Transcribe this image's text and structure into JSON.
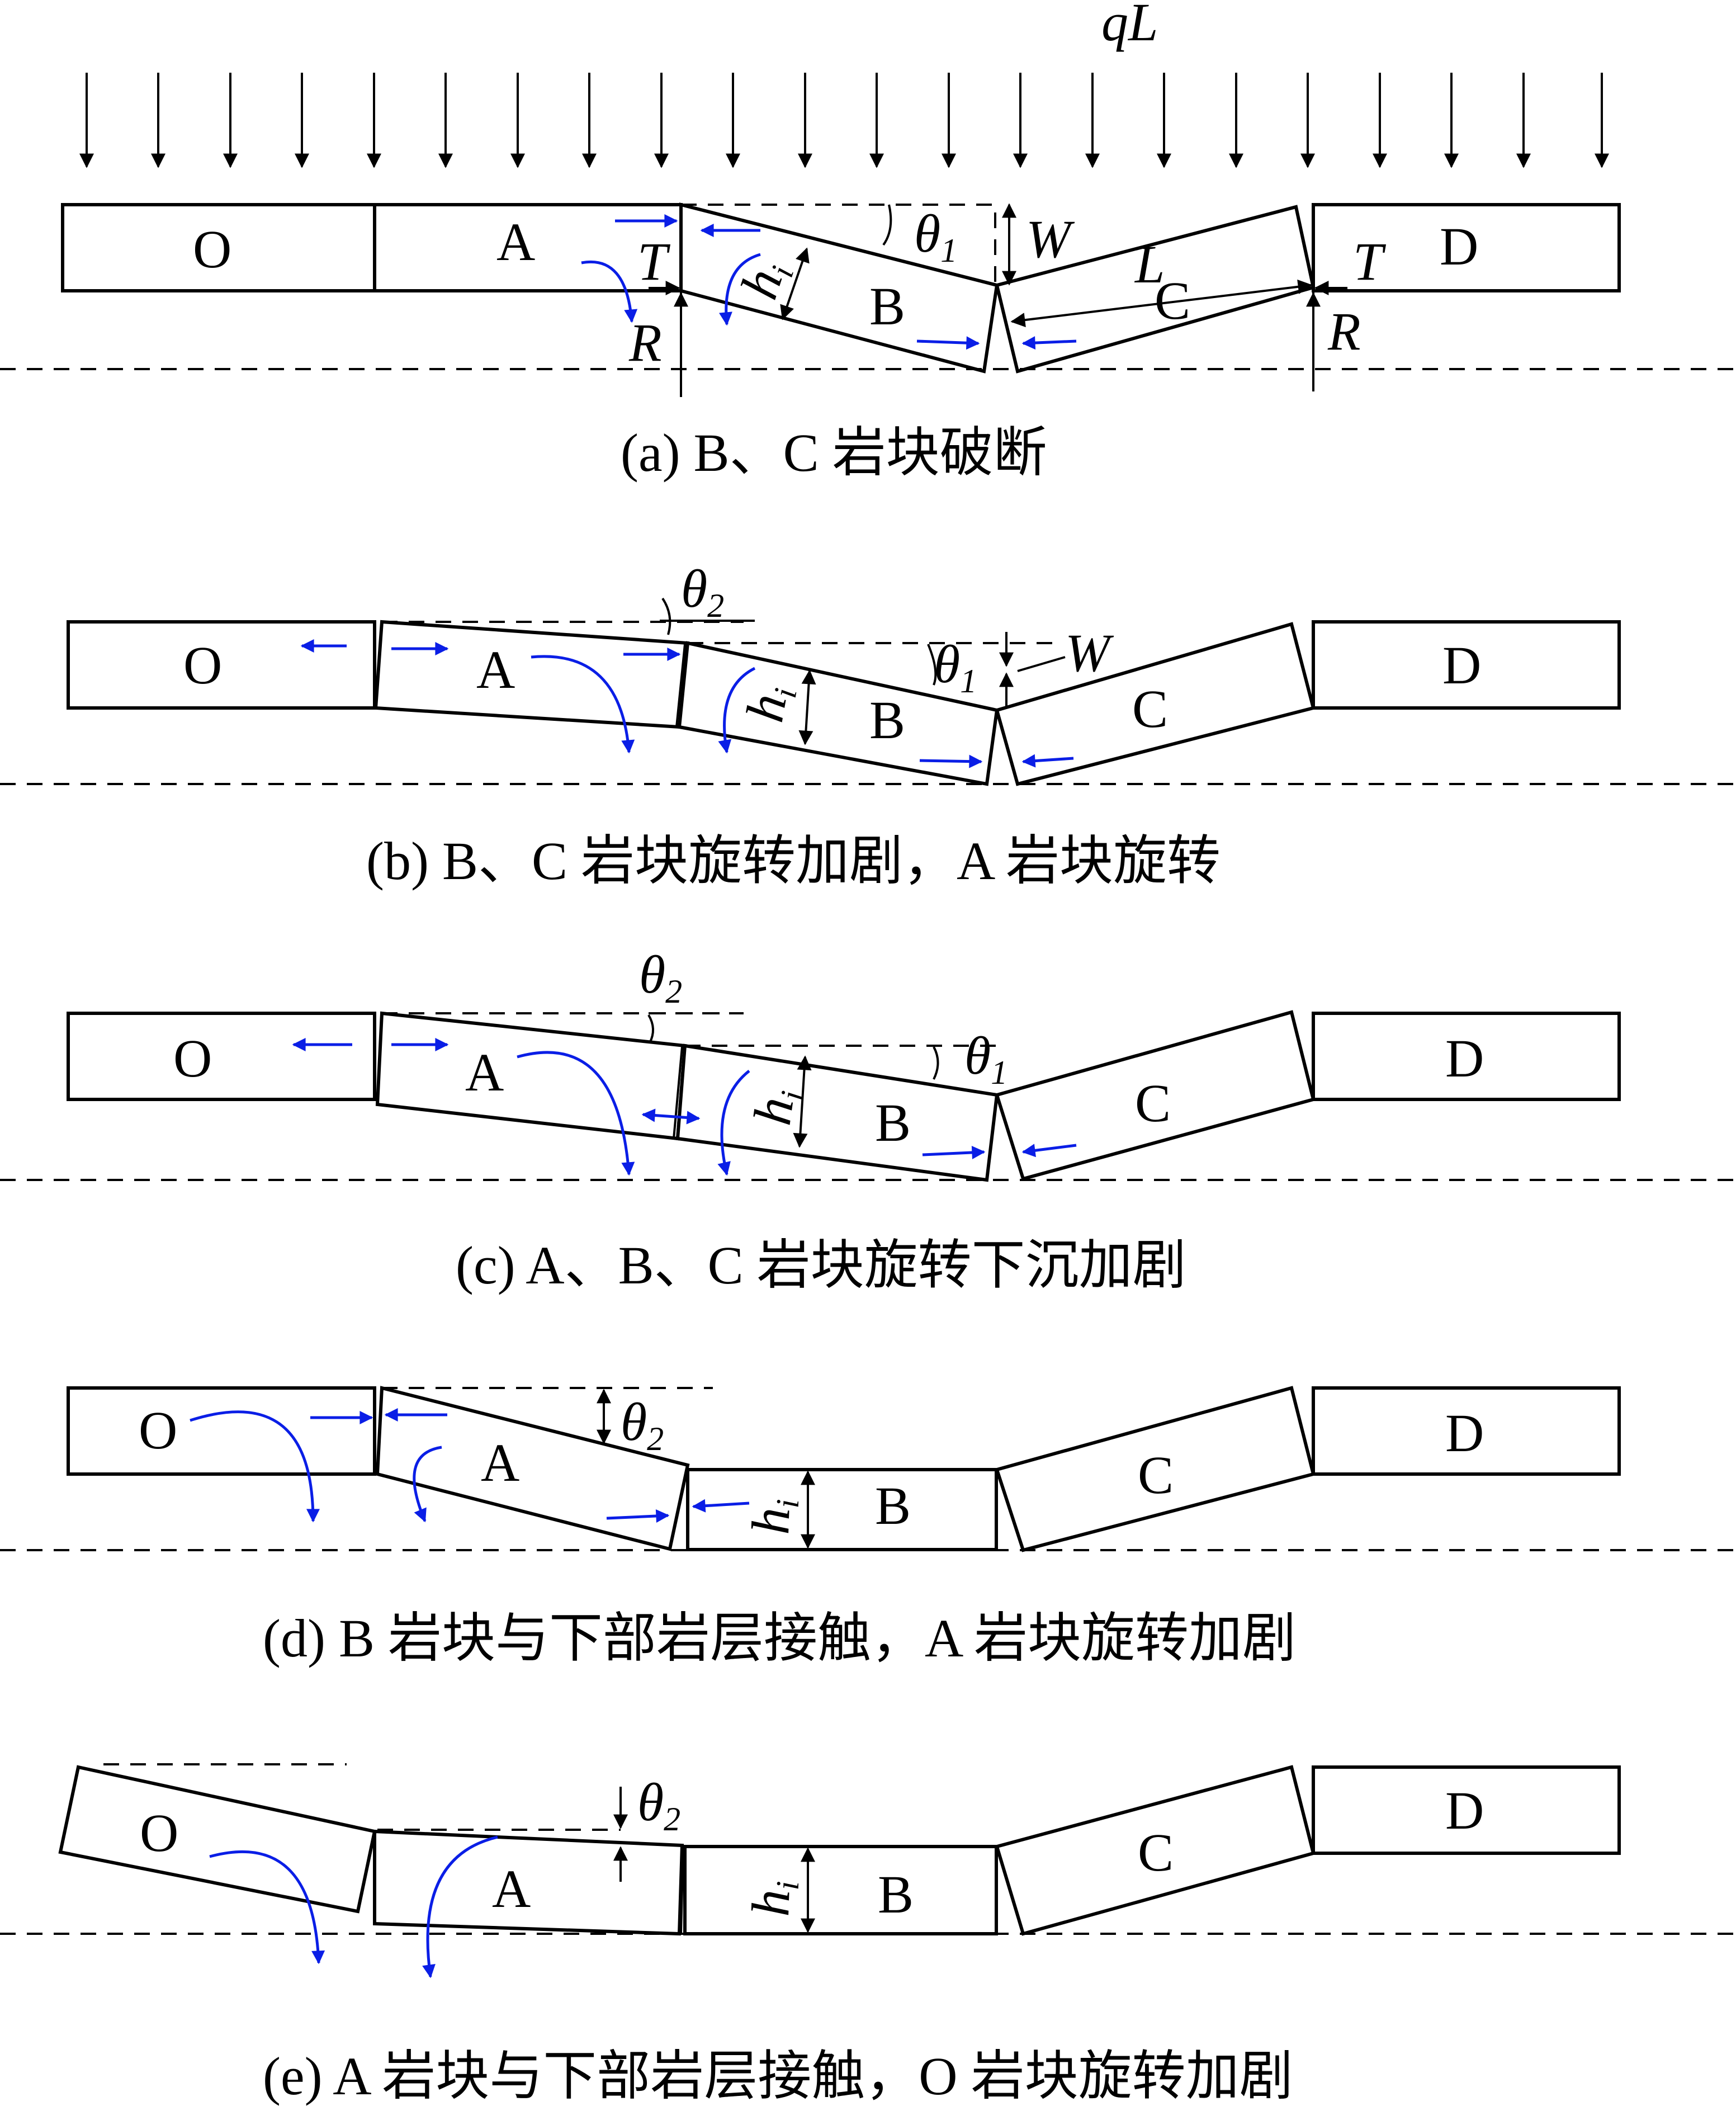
{
  "load_label": "qL",
  "blocks": {
    "O": "O",
    "A": "A",
    "B": "B",
    "C": "C",
    "D": "D"
  },
  "symbols": {
    "theta": "θ",
    "sub1": "1",
    "sub2": "2",
    "h": "h",
    "sub_i": "i",
    "W": "W",
    "L": "L",
    "T": "T",
    "R": "R"
  },
  "captions": {
    "a": "(a)  B、C 岩块破断",
    "b": "(b)  B、C 岩块旋转加剧，A 岩块旋转",
    "c": "(c)  A、B、C 岩块旋转下沉加剧",
    "d": "(d)  B 岩块与下部岩层接触，A 岩块旋转加剧",
    "e": "(e)  A 岩块与下部岩层接触，O 岩块旋转加剧"
  },
  "colors": {
    "line": "#000000",
    "force_arrows": "#0a1ee6",
    "background": "#ffffff"
  }
}
